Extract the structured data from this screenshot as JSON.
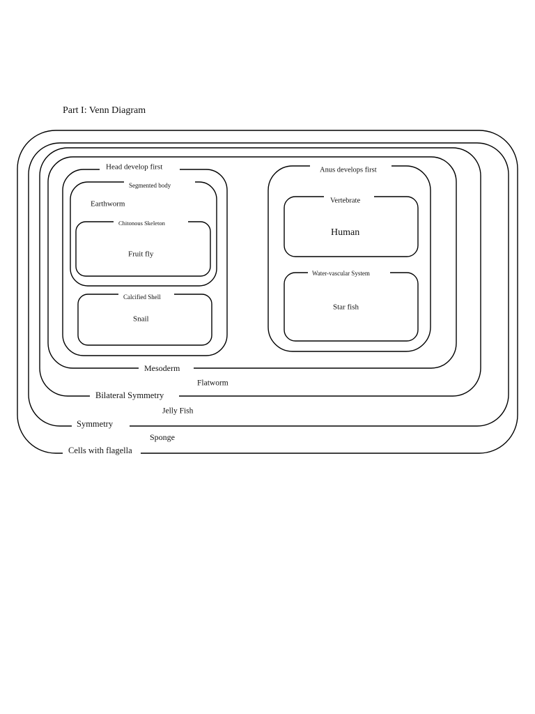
{
  "title": "Part I: Venn Diagram",
  "sets": {
    "cells_with_flagella": "Cells with flagella",
    "symmetry": "Symmetry",
    "bilateral_symmetry": "Bilateral Symmetry",
    "mesoderm": "Mesoderm",
    "head_develop_first": "Head develop first",
    "segmented_body": "Segmented body",
    "chitonous_skeleton": "Chitonous Skeleton",
    "calcified_shell": "Calcified Shell",
    "anus_develops_first": "Anus develops first",
    "vertebrate": "Vertebrate",
    "water_vascular_system": "Water-vascular System"
  },
  "members": {
    "sponge": "Sponge",
    "jelly_fish": "Jelly Fish",
    "flatworm": "Flatworm",
    "earthworm": "Earthworm",
    "fruit_fly": "Fruit fly",
    "snail": "Snail",
    "human": "Human",
    "star_fish": "Star fish"
  }
}
